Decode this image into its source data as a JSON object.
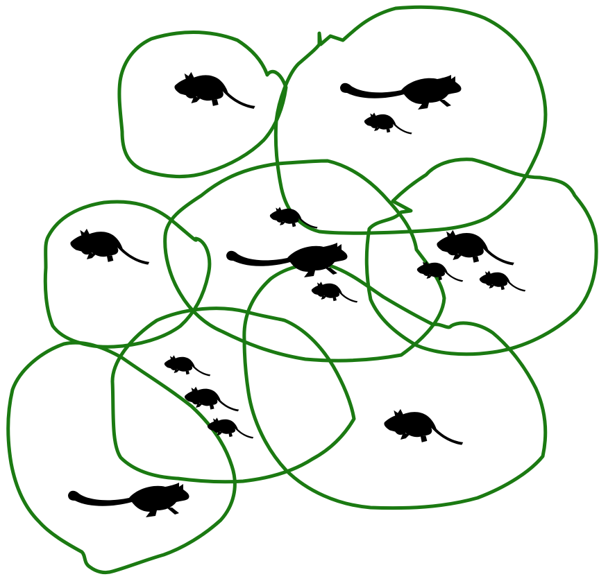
{
  "diagram": {
    "type": "overlapping home ranges with animal silhouettes",
    "colors": {
      "range_outline": "#1b7a12",
      "animal": "#000000",
      "background": "#ffffff"
    },
    "ranges": [
      {
        "id": "range-1",
        "animals": [
          {
            "kind": "mouse-silhouette"
          }
        ]
      },
      {
        "id": "range-2",
        "animals": [
          {
            "kind": "jerboa-silhouette"
          },
          {
            "kind": "mouse-silhouette"
          }
        ]
      },
      {
        "id": "range-3",
        "animals": [
          {
            "kind": "mouse-silhouette"
          }
        ]
      },
      {
        "id": "range-4",
        "animals": [
          {
            "kind": "mouse-silhouette"
          },
          {
            "kind": "jerboa-silhouette"
          },
          {
            "kind": "mouse-silhouette"
          }
        ]
      },
      {
        "id": "range-5",
        "animals": [
          {
            "kind": "mouse-silhouette"
          },
          {
            "kind": "mouse-silhouette"
          },
          {
            "kind": "mouse-silhouette"
          }
        ]
      },
      {
        "id": "range-6",
        "animals": [
          {
            "kind": "mouse-silhouette"
          },
          {
            "kind": "mouse-silhouette"
          },
          {
            "kind": "mouse-silhouette"
          }
        ]
      },
      {
        "id": "range-7",
        "animals": [
          {
            "kind": "mouse-silhouette"
          }
        ]
      },
      {
        "id": "range-8",
        "animals": [
          {
            "kind": "jerboa-silhouette"
          }
        ]
      }
    ]
  }
}
